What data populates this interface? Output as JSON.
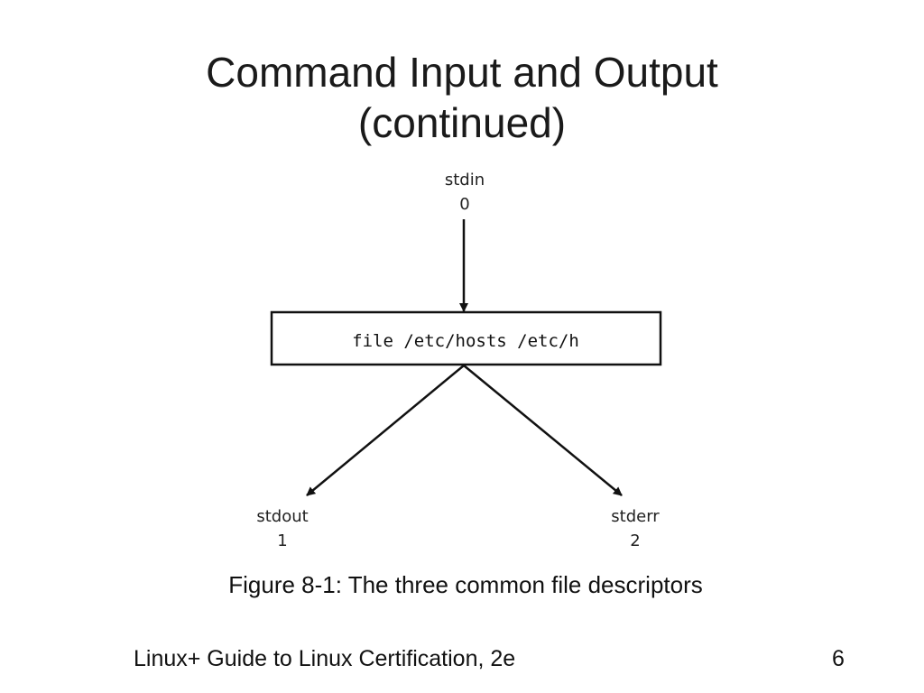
{
  "slide": {
    "title_line1": "Command Input and Output",
    "title_line2": "(continued)",
    "caption": "Figure 8-1: The three common file descriptors",
    "footer": "Linux+ Guide to Linux Certification, 2e",
    "page_number": "6"
  },
  "diagram": {
    "stdin": {
      "name": "stdin",
      "fd": "0"
    },
    "command": "file /etc/hosts /etc/h",
    "stdout": {
      "name": "stdout",
      "fd": "1"
    },
    "stderr": {
      "name": "stderr",
      "fd": "2"
    }
  }
}
